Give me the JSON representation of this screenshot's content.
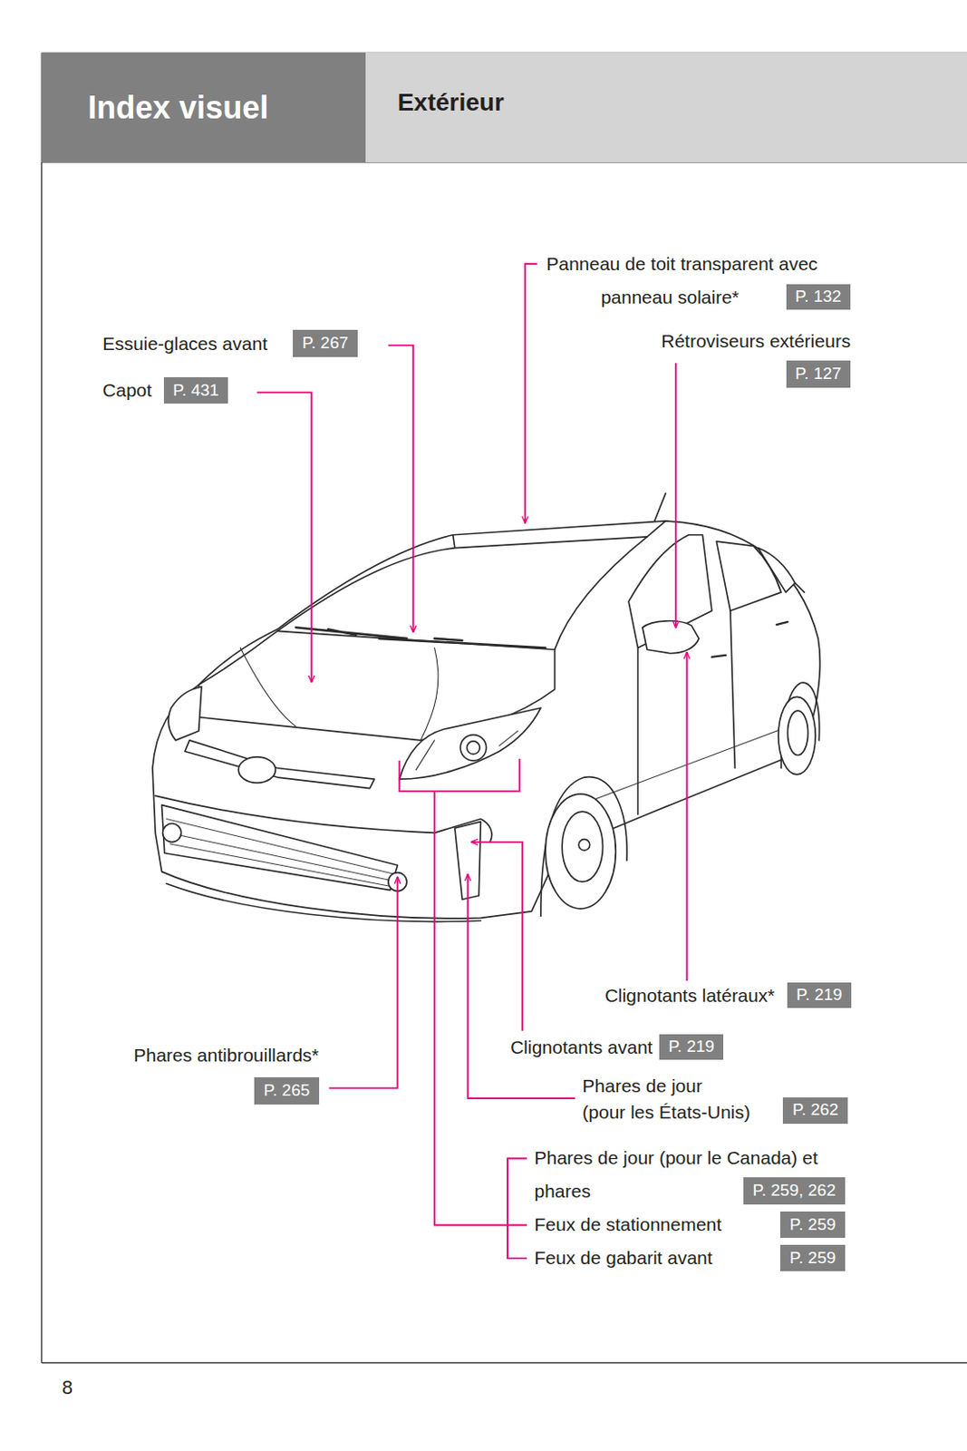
{
  "diagram": {
    "nodes": [
      {
        "text": [
          "Index visuel"
        ]
      },
      {
        "text": [
          "Extérieur"
        ]
      },
      {
        "text": [
          "P. 132"
        ]
      },
      {
        "text": [
          "P. 267"
        ]
      },
      {
        "text": [
          "P. 127"
        ]
      },
      {
        "text": [
          "P. 431"
        ]
      },
      {
        "text": [
          "P. 219"
        ]
      },
      {
        "text": [
          "P. 219"
        ]
      },
      {
        "text": [
          "P. 265"
        ]
      },
      {
        "text": [
          "P. 262"
        ]
      },
      {
        "text": [
          "P. 259, 262"
        ]
      },
      {
        "text": [
          "P. 259"
        ]
      },
      {
        "text": [
          "P. 259"
        ]
      }
    ],
    "labels": [
      "Panneau de toit transparent avec panneau solaire*",
      "Essuie-glaces avant",
      "Capot",
      "Rétroviseurs extérieurs",
      "Clignotants latéraux*",
      "Phares antibrouillards*",
      "Clignotants avant",
      "Phares de jour (pour les États-Unis)",
      "Phares de jour (pour le Canada) et phares",
      "Feux de stationnement",
      "Feux de gabarit avant",
      "8"
    ]
  }
}
